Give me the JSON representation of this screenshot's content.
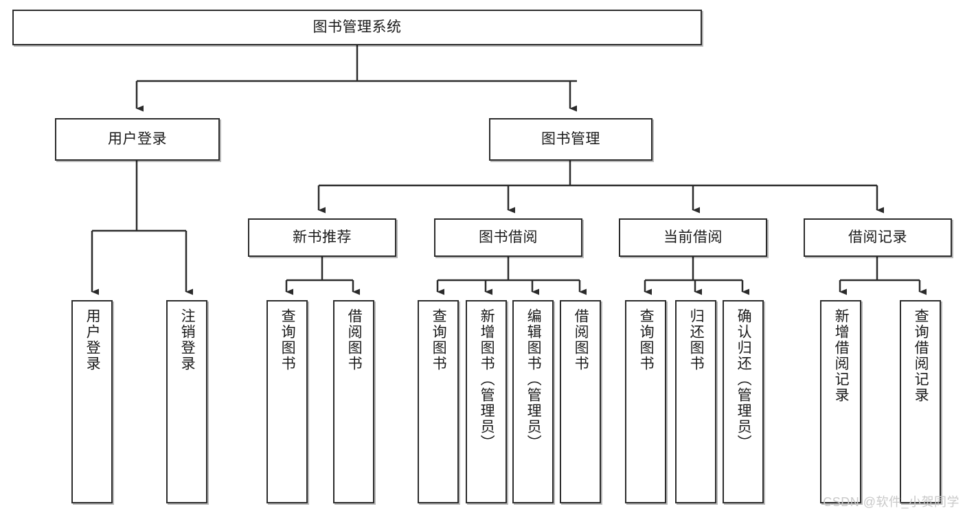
{
  "diagram": {
    "title": "图书管理系统",
    "type": "tree-hierarchy",
    "stroke_color": "#2b2b2b",
    "fill_color": "#ffffff",
    "root": {
      "label": "图书管理系统"
    },
    "level2": [
      {
        "label": "用户登录"
      },
      {
        "label": "图书管理"
      }
    ],
    "level3": [
      {
        "label": "新书推荐"
      },
      {
        "label": "图书借阅"
      },
      {
        "label": "当前借阅"
      },
      {
        "label": "借阅记录"
      }
    ],
    "leaves": {
      "user_login": [
        {
          "label": "用户登录"
        },
        {
          "label": "注销登录"
        }
      ],
      "new_book_recommend": [
        {
          "label": "查询图书"
        },
        {
          "label": "借阅图书"
        }
      ],
      "book_borrow": [
        {
          "label": "查询图书"
        },
        {
          "label": "新增图书（管理员）"
        },
        {
          "label": "编辑图书（管理员）"
        },
        {
          "label": "借阅图书"
        }
      ],
      "current_borrow": [
        {
          "label": "查询图书"
        },
        {
          "label": "归还图书"
        },
        {
          "label": "确认归还（管理员）"
        }
      ],
      "borrow_record": [
        {
          "label": "新增借阅记录"
        },
        {
          "label": "查询借阅记录"
        }
      ]
    }
  },
  "watermark": {
    "text": "CSDN @软件_小贺同学"
  }
}
